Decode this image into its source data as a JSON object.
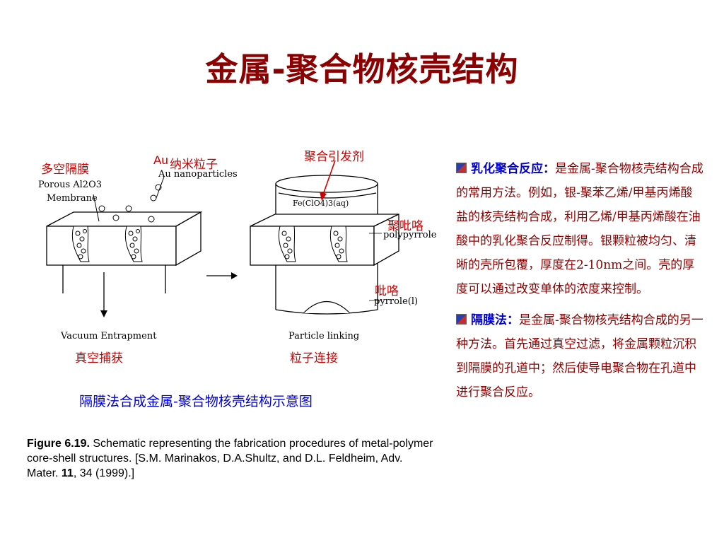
{
  "title": "金属-聚合物核壳结构",
  "figure": {
    "label_porous_cn": "多空隔膜",
    "label_au_prefix": "Au",
    "label_au_suffix": "纳米粒子",
    "label_initiator_cn": "聚合引发剂",
    "label_polypyrrole_cn": "聚吡咯",
    "label_pyrrole_cn": "吡咯",
    "label_vacuum_cn": "真空捕获",
    "label_linking_cn": "粒子连接",
    "en_porous_1": "Porous Al2O3",
    "en_porous_2": "Membrane",
    "en_au": "Au nanoparticles",
    "en_fe": "Fe(ClO4)3(aq)",
    "en_polypyrrole": "polypyrrole",
    "en_pyrrole": "pyrrole(l)",
    "en_vacuum": "Vacuum Entrapment",
    "en_linking": "Particle linking"
  },
  "caption_cn": "隔膜法合成金属-聚合物核壳结构示意图",
  "figure_caption": {
    "label": "Figure 6.19.",
    "text_1": " Schematic representing the fabrication procedures of metal-polymer core-shell structures. [S.M. Marinakos, D.A.Shultz, and D.L. Feldheim, Adv. Mater. ",
    "volume": "11",
    "text_2": ", 34 (1999).]"
  },
  "right": {
    "p1_head": "乳化聚合反应：",
    "p1_body": "是金属-聚合物核壳结构合成的常用方法。例如，银-聚苯乙烯/甲基丙烯酸盐的核壳结构合成，利用乙烯/甲基丙烯酸在油酸中的乳化聚合反应制得。银颗粒被均匀、清晰的壳所包覆，厚度在2-10nm之间。壳的厚度可以通过改变单体的浓度来控制。",
    "p2_head": "隔膜法：",
    "p2_body": "是金属-聚合物核壳结构合成的另一种方法。首先通过真空过滤，将金属颗粒沉积到隔膜的孔道中；然后使导电聚合物在孔道中进行聚合反应。"
  },
  "colors": {
    "title": "#8b0000",
    "body_text": "#8b0000",
    "heading": "#0000cc",
    "label_red": "#cc0000",
    "caption_blue": "#0000cc"
  }
}
